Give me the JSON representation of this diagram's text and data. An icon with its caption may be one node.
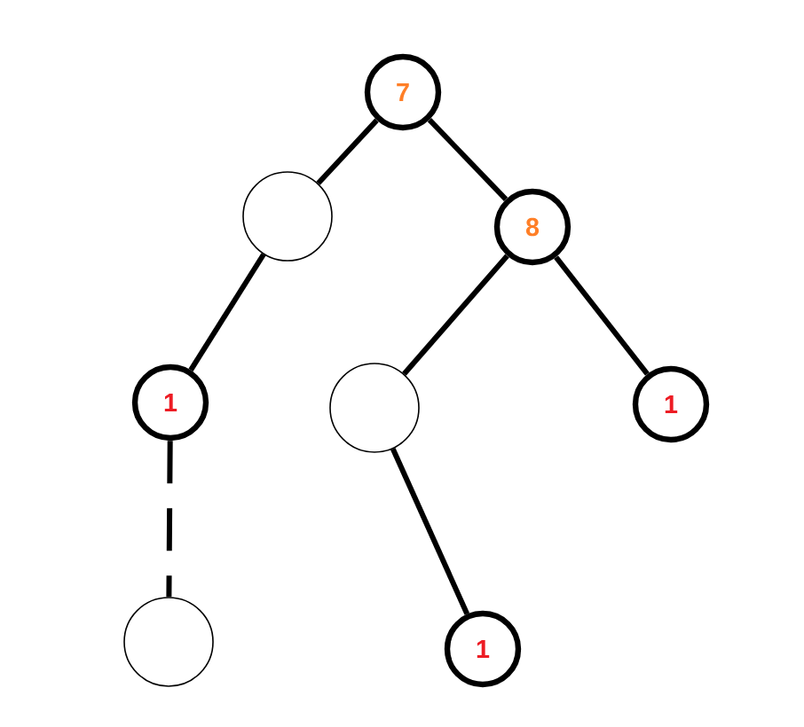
{
  "diagram": {
    "nodes": [
      {
        "text": [
          "7"
        ]
      },
      {
        "text": [],
        "shape": "circle"
      },
      {
        "text": [
          "8"
        ]
      },
      {
        "text": [
          "1"
        ]
      },
      {
        "text": [],
        "shape": "circle"
      },
      {
        "text": [
          "1"
        ]
      },
      {
        "text": [],
        "shape": "circle"
      },
      {
        "text": [
          "1"
        ]
      }
    ],
    "edges": [
      {
        "from": 0,
        "to": 1,
        "arrow": "none"
      },
      {
        "from": 0,
        "to": 2,
        "arrow": "none"
      },
      {
        "from": 1,
        "to": 3,
        "arrow": "none"
      },
      {
        "from": 2,
        "to": 4,
        "arrow": "none"
      },
      {
        "from": 2,
        "to": 5,
        "arrow": "none"
      },
      {
        "from": 3,
        "to": 6,
        "arrow": "none",
        "style": "dashed"
      },
      {
        "from": 4,
        "to": 7,
        "arrow": "none"
      }
    ]
  }
}
